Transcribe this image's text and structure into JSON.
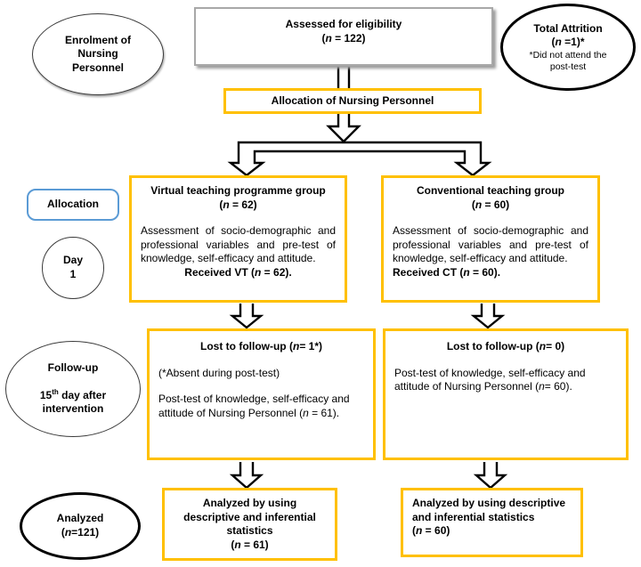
{
  "palette": {
    "accent_orange": "#FFC000",
    "accent_blue": "#5B9BD5",
    "border_gray": "#a8a8a8",
    "line_black": "#000000"
  },
  "rail": {
    "enrolment": "Enrolment of Nursing Personnel",
    "allocation": "Allocation",
    "day_word": "Day",
    "day_num": "1",
    "followup_title": "Follow-up",
    "followup_sub": "15th day after intervention",
    "analyzed_word": "Analyzed",
    "analyzed_n": "(n=121)"
  },
  "top": {
    "eligibility_line1": "Assessed for eligibility",
    "eligibility_line2": "(n = 122)",
    "attrition_line1": "Total Attrition",
    "attrition_line2": "(n =1)*",
    "attrition_note1": "*Did not attend the",
    "attrition_note2": "post-test",
    "allocation_banner": "Allocation of Nursing Personnel"
  },
  "left_col": {
    "group_title": "Virtual teaching programme group",
    "group_n": "(n = 62)",
    "group_body": "Assessment of socio-demographic and professional variables and pre-test of knowledge, self-efficacy and attitude.",
    "group_received": "Received VT (n = 62).",
    "lost_title": "Lost to follow-up (n= 1*)",
    "lost_note": "(*Absent during post-test)",
    "lost_body": "Post-test of knowledge, self-efficacy and attitude of Nursing Personnel (n = 61).",
    "analyzed_text": "Analyzed by using descriptive and inferential statistics",
    "analyzed_n": "(n = 61)"
  },
  "right_col": {
    "group_title": "Conventional teaching group",
    "group_n": "(n = 60)",
    "group_body": "Assessment of socio-demographic and professional variables and pre-test of knowledge, self-efficacy and attitude.",
    "group_received": "Received CT (n = 60).",
    "lost_title": "Lost to follow-up (n= 0)",
    "lost_body": "Post-test of knowledge, self-efficacy and attitude of Nursing Personnel (n= 60).",
    "analyzed_text": "Analyzed by using descriptive and inferential statistics",
    "analyzed_n": "(n = 60)"
  }
}
